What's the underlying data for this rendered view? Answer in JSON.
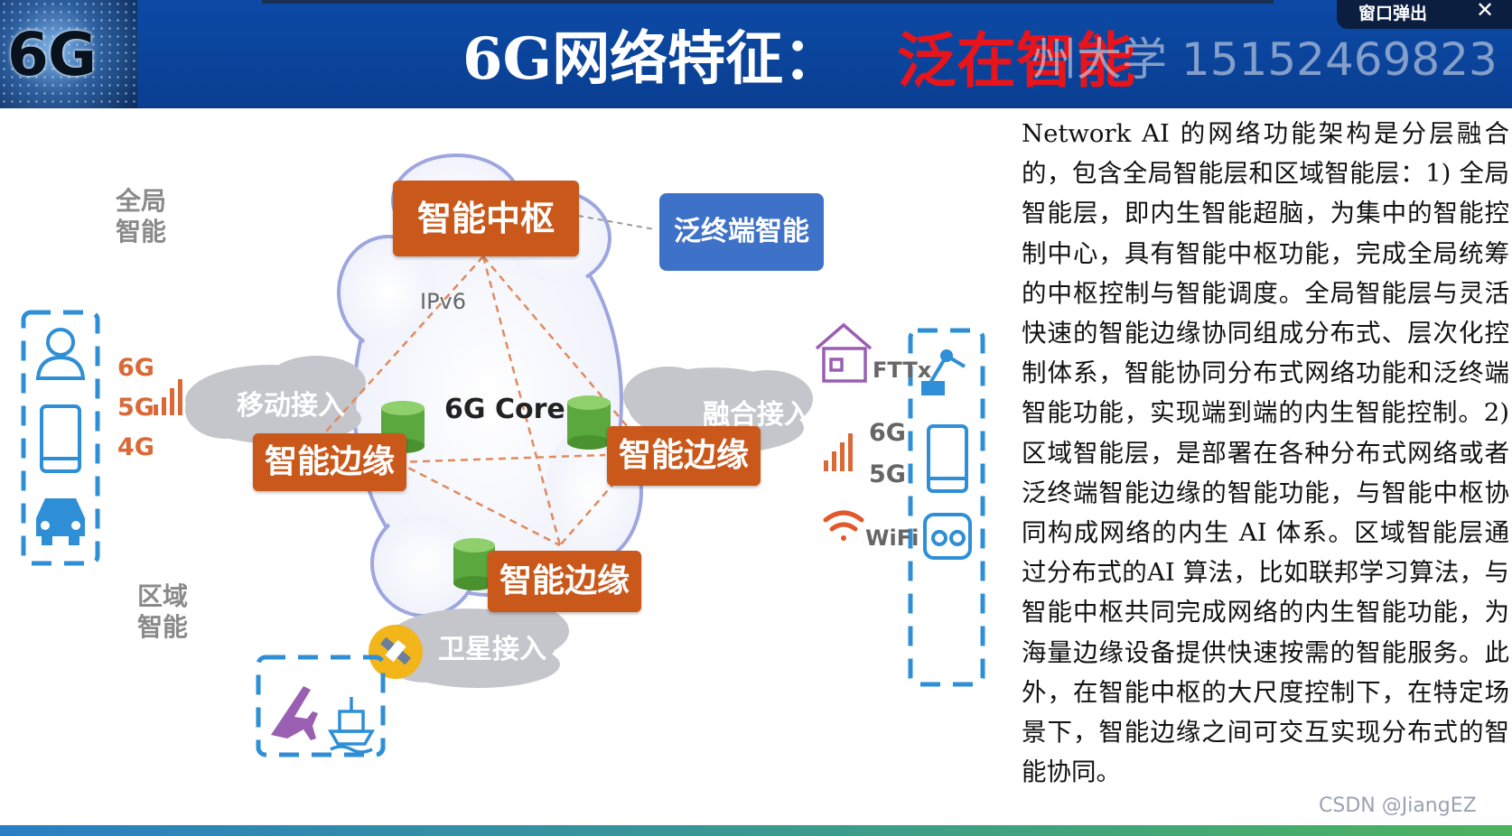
{
  "header": {
    "logo_text": "6G",
    "title_prefix": "6G网络特征：",
    "title_highlight": "泛在智能",
    "watermark": "州大学 15152469823",
    "popup_label": "窗口弹出",
    "popup_close": "✕"
  },
  "diagram": {
    "global_label": "全局\n智能",
    "regional_label": "区域\n智能",
    "hub": "智能中枢",
    "terminal": "泛终端智能",
    "edge_left": "智能边缘",
    "edge_right": "智能边缘",
    "edge_bottom": "智能边缘",
    "core": "6G Core",
    "ipv6": "IPv6",
    "mobile_access": "移动接入",
    "converged_access": "融合接入",
    "satellite_access": "卫星接入",
    "left_networks": [
      "6G",
      "5G",
      "4G"
    ],
    "right_networks": [
      "6G",
      "5G"
    ],
    "fttx": "FTTx",
    "wifi": "WiFi"
  },
  "text": {
    "paragraph": "Network AI 的网络功能架构是分层融合的，包含全局智能层和区域智能层：1) 全局智能层，即内生智能超脑，为集中的智能控制中心，具有智能中枢功能，完成全局统筹的中枢控制与智能调度。全局智能层与灵活快速的智能边缘协同组成分布式、层次化控制体系，智能协同分布式网络功能和泛终端智能功能，实现端到端的内生智能控制。2) 区域智能层，是部署在各种分布式网络或者泛终端智能边缘的智能功能，与智能中枢协同构成网络的内生 AI 体系。区域智能层通过分布式的AI 算法，比如联邦学习算法，与智能中枢共同完成网络的内生智能功能，为海量边缘设备提供快速按需的智能服务。此外，在智能中枢的大尺度控制下，在特定场景下，智能边缘之间可交互实现分布式的智能协同。",
    "csdn_watermark": "CSDN @JiangEZ"
  },
  "colors": {
    "header_blue": "#0c4aa6",
    "title_red": "#e8141b",
    "orange_box": "#c9581a",
    "blue_box": "#3e72c8",
    "dashed_blue": "#2f8fd6"
  }
}
